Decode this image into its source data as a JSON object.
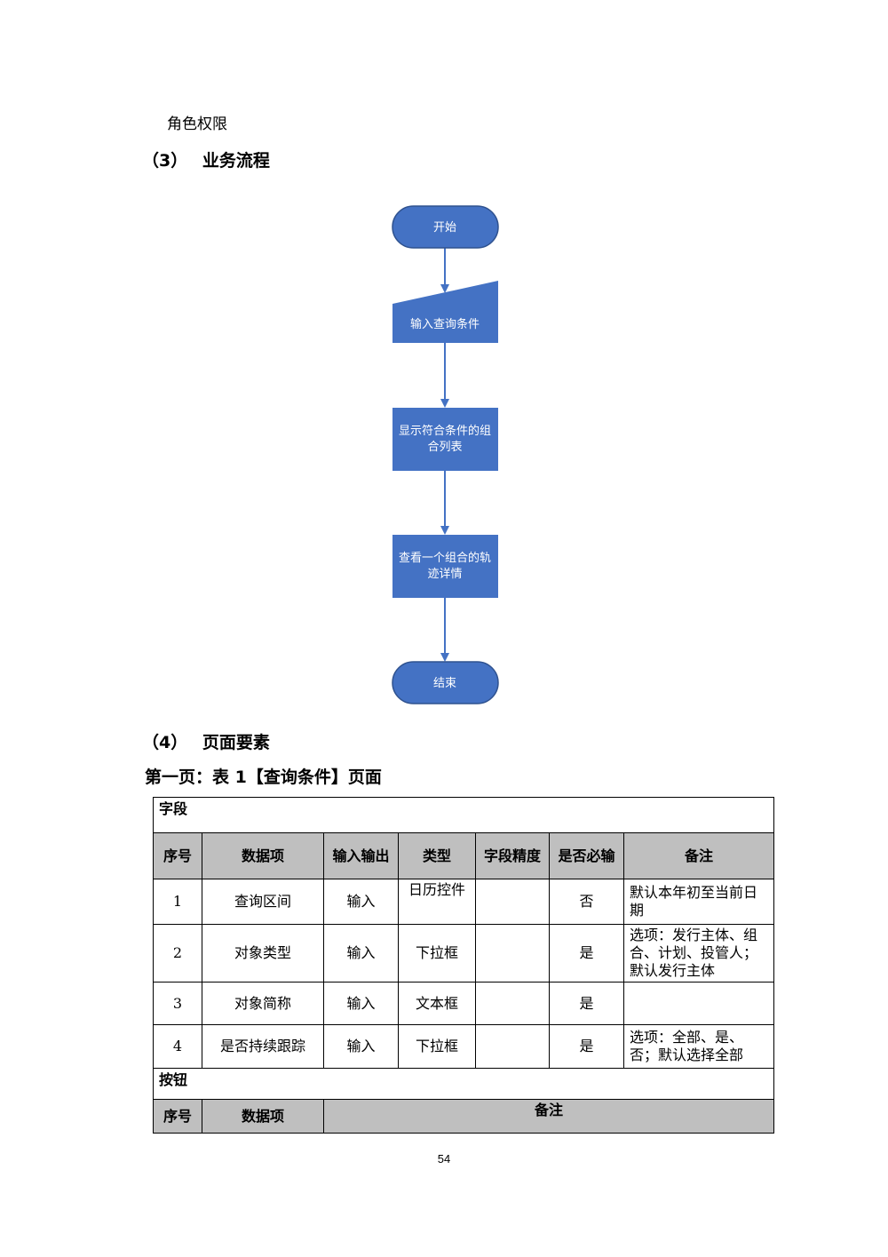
{
  "top_text": "角色权限",
  "section3": {
    "number": "（3）",
    "title": "业务流程"
  },
  "flowchart": {
    "start": "开始",
    "input": "输入查询条件",
    "list_line1": "显示符合条件的组",
    "list_line2": "合列表",
    "detail_line1": "查看一个组合的轨",
    "detail_line2": "迹详情",
    "end": "结束",
    "fill_color": "#4472c4",
    "stroke_color": "#2f528f",
    "arrow_color": "#4472c4"
  },
  "section4": {
    "number": "（4）",
    "title": "页面要素"
  },
  "table_caption": "第一页：表 1【查询条件】页面",
  "table": {
    "fields_section": "字段",
    "headers": [
      "序号",
      "数据项",
      "输入输出",
      "类型",
      "字段精度",
      "是否必输",
      "备注"
    ],
    "rows": [
      {
        "no": "1",
        "item": "查询区间",
        "io": "输入",
        "type": "日历控件",
        "precision": "",
        "required": "否",
        "note": "默认本年初至当前日期"
      },
      {
        "no": "2",
        "item": "对象类型",
        "io": "输入",
        "type": "下拉框",
        "precision": "",
        "required": "是",
        "note": "选项：发行主体、组合、计划、投管人；默认发行主体"
      },
      {
        "no": "3",
        "item": "对象简称",
        "io": "输入",
        "type": "文本框",
        "precision": "",
        "required": "是",
        "note": ""
      },
      {
        "no": "4",
        "item": "是否持续跟踪",
        "io": "输入",
        "type": "下拉框",
        "precision": "",
        "required": "是",
        "note": "选项：全部、是、否；默认选择全部"
      }
    ],
    "buttons_section": "按钮",
    "button_headers": [
      "序号",
      "数据项",
      "备注"
    ],
    "header_bg": "#bfbfbf"
  },
  "page_number": "54"
}
